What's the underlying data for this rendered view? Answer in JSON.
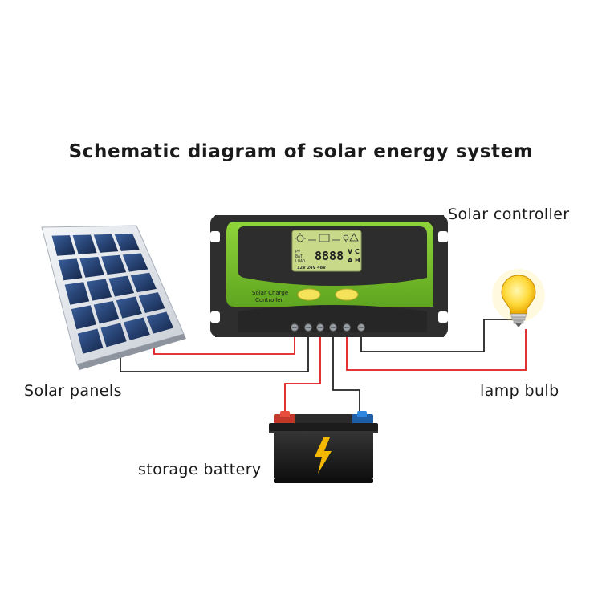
{
  "title": "Schematic diagram of solar energy system",
  "labels": {
    "solar_controller": "Solar controller",
    "solar_panels": "Solar panels",
    "lamp_bulb": "lamp bulb",
    "storage_battery": "storage battery"
  },
  "controller": {
    "brand_line1": "Solar Charge",
    "brand_line2": "Controller",
    "lcd_digits": "8888",
    "lcd_unit_v": "V",
    "lcd_unit_c": "C",
    "lcd_unit_a": "A",
    "lcd_unit_h": "H",
    "lcd_voltages": "12V 24V 48V",
    "lcd_pv": "PV",
    "lcd_bat": "BAT",
    "lcd_load": "LOAD"
  },
  "colors": {
    "controller_body": "#2b2b2b",
    "controller_green": "#7dc42b",
    "lcd_screen": "#c9d98a",
    "button_yellow": "#f3e25a",
    "wire_red": "#e01b1b",
    "wire_black": "#222222",
    "panel_cell": "#1c3a6b",
    "battery_body": "#1e1e1e",
    "bolt_yellow": "#f5b800",
    "bulb_glow": "#ffd93a"
  },
  "icons": {
    "panel": "solar-panel-icon",
    "controller": "charge-controller-icon",
    "battery": "battery-icon",
    "lamp": "light-bulb-icon",
    "bolt": "lightning-bolt-icon"
  }
}
